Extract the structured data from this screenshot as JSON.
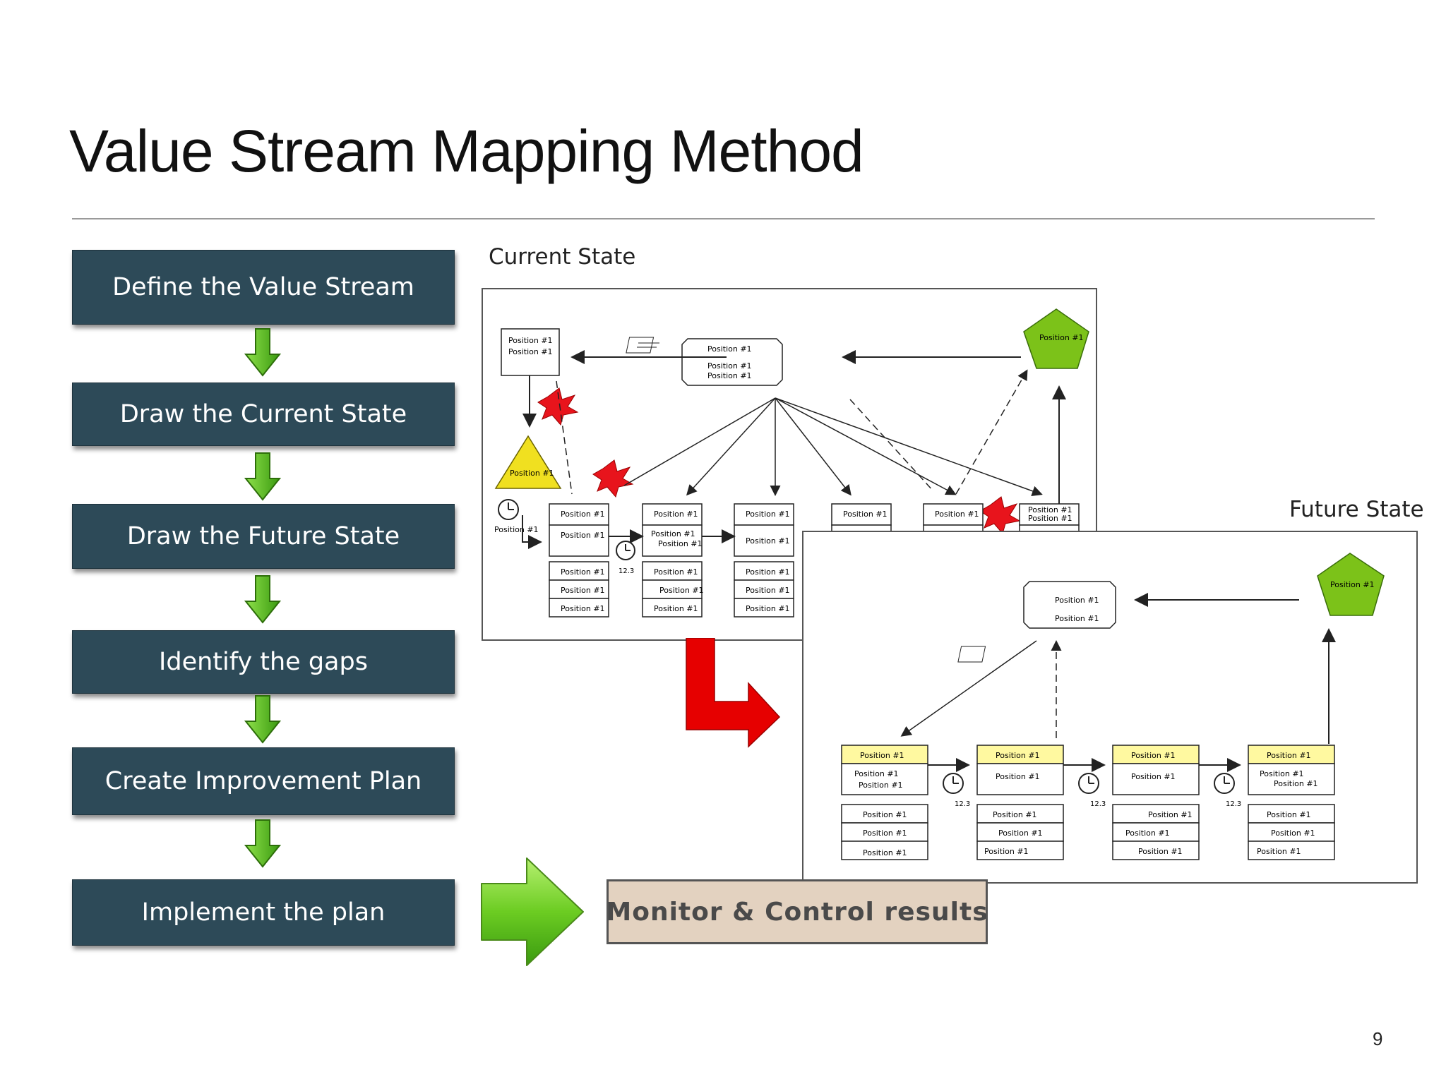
{
  "slide": {
    "title": "Value Stream Mapping Method",
    "page_number": "9"
  },
  "steps": [
    "Define the Value Stream",
    "Draw the Current State",
    "Draw the Future State",
    "Identify the gaps",
    "Create Improvement Plan",
    "Implement the plan"
  ],
  "diagrams": {
    "current_label": "Current State",
    "future_label": "Future State",
    "placeholder": "Position #1",
    "time_label": "12.3"
  },
  "monitor_label": "Monitor & Control results",
  "colors": {
    "step_box": "#2d4a58",
    "arrow_green": "#5fbf1f",
    "transition_arrow": "#e60000",
    "monitor_box": "#e3d2c0",
    "supplier_pentagon": "#7cc219",
    "inventory_triangle": "#f0e020",
    "kaizen_burst": "#e8141c",
    "process_header": "#fff9a0"
  }
}
